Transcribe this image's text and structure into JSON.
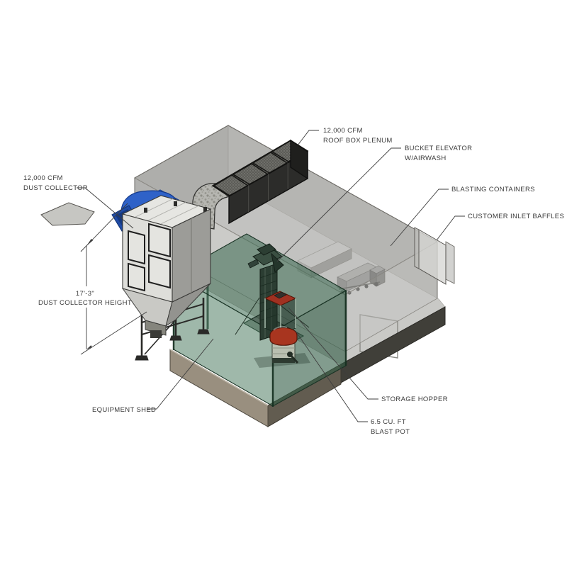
{
  "drawing": {
    "kind": "isometric equipment layout drawing",
    "labels": {
      "roof_plenum": {
        "line1": "12,000 CFM",
        "line2": "ROOF BOX PLENUM"
      },
      "bucket_elevator": {
        "line1": "BUCKET ELEVATOR",
        "line2": "W/AIRWASH"
      },
      "blasting_containers": {
        "text": "BLASTING CONTAINERS"
      },
      "customer_inlet_baffles": {
        "text": "CUSTOMER INLET BAFFLES"
      },
      "dust_collector": {
        "line1": "12,000 CFM",
        "line2": "DUST COLLECTOR"
      },
      "dimension": {
        "line1": "17'-3\"",
        "line2": "DUST COLLECTOR HEIGHT"
      },
      "equipment_shed": {
        "text": "EQUIPMENT SHED"
      },
      "storage_hopper": {
        "text": "STORAGE HOPPER"
      },
      "blast_pot": {
        "line1": "6.5 CU. FT",
        "line2": "BLAST POT"
      }
    },
    "colors": {
      "background": "#ffffff",
      "line": "#3e3e3e",
      "building_wall": "#a6a6a3",
      "building_floor": "#c9c9c6",
      "plenum_dark": "#2c2c2a",
      "fan_blue": "#2f62c8",
      "fan_blue_dark": "#1d479f",
      "collector_white": "#dededa",
      "shed_green": "#3f7256",
      "slab_taupe": "#998f7f",
      "slab_dark": "#403f39",
      "equipment_red": "#a8351f"
    }
  }
}
